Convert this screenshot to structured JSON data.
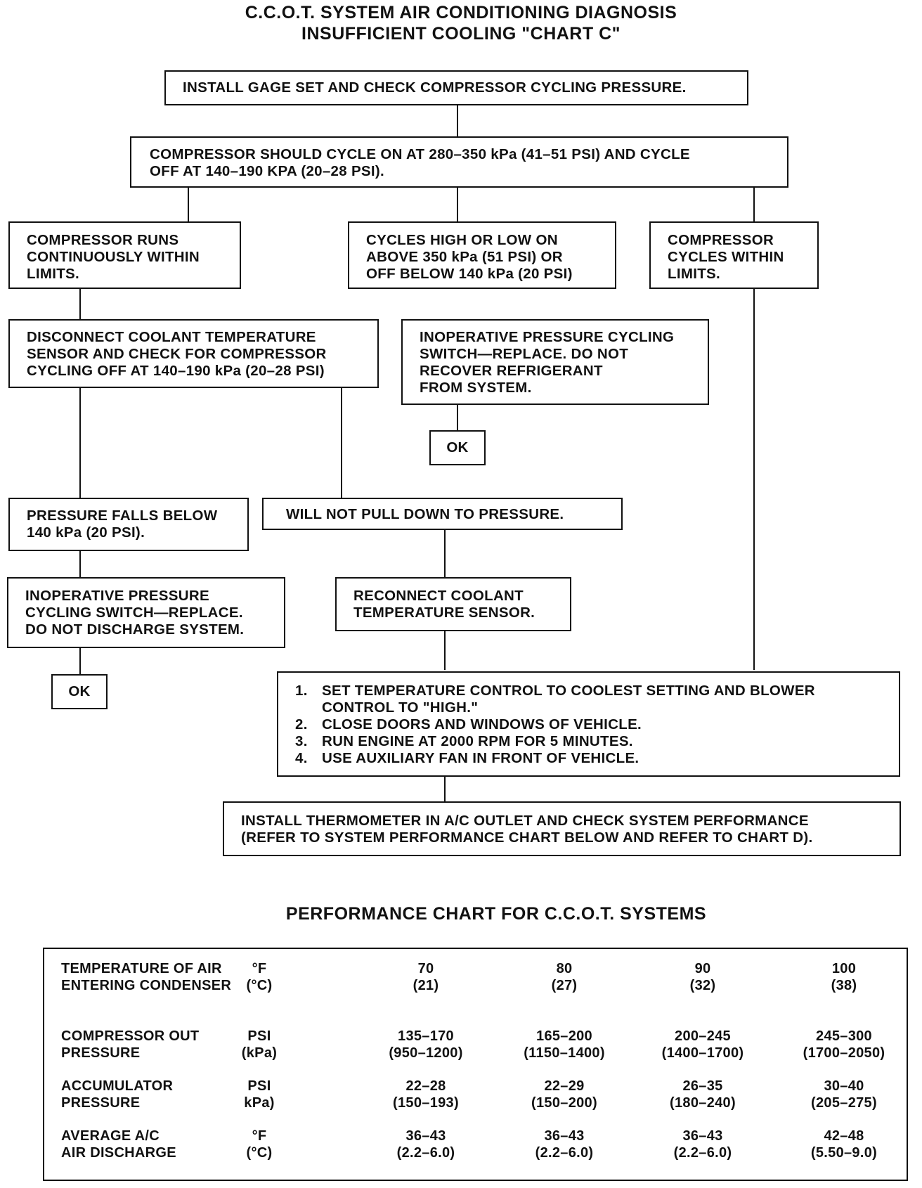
{
  "title": {
    "line1": "C.C.O.T. SYSTEM AIR CONDITIONING DIAGNOSIS",
    "line2": "INSUFFICIENT COOLING \"CHART C\""
  },
  "flow": {
    "install_gage": "INSTALL GAGE SET AND CHECK COMPRESSOR CYCLING PRESSURE.",
    "should_cycle": "COMPRESSOR SHOULD CYCLE ON AT 280–350 kPa (41–51 PSI) AND CYCLE\nOFF AT 140–190 KPA (20–28 PSI).",
    "runs_continuously": "COMPRESSOR RUNS\nCONTINUOUSLY WITHIN\nLIMITS.",
    "cycles_high_low": "CYCLES HIGH OR LOW ON\nABOVE 350 kPa (51 PSI) OR\nOFF BELOW 140 kPa (20 PSI)",
    "cycles_within": "COMPRESSOR\nCYCLES WITHIN\nLIMITS.",
    "disconnect_sensor": "DISCONNECT COOLANT TEMPERATURE\nSENSOR AND CHECK FOR COMPRESSOR\nCYCLING OFF AT 140–190 kPa (20–28 PSI)",
    "inoperative_switch_right": "INOPERATIVE PRESSURE CYCLING\nSWITCH—REPLACE.  DO NOT\nRECOVER REFRIGERANT\nFROM SYSTEM.",
    "ok_right": "OK",
    "pressure_falls": "PRESSURE FALLS BELOW\n140 kPa (20 PSI).",
    "will_not_pull": "WILL NOT PULL DOWN TO PRESSURE.",
    "inoperative_switch_left": "INOPERATIVE PRESSURE\nCYCLING SWITCH—REPLACE.\nDO NOT DISCHARGE SYSTEM.",
    "reconnect_sensor": "RECONNECT COOLANT\nTEMPERATURE SENSOR.",
    "ok_left": "OK",
    "steps": [
      {
        "n": "1.",
        "text": "SET TEMPERATURE CONTROL TO COOLEST SETTING AND BLOWER\nCONTROL TO \"HIGH.\""
      },
      {
        "n": "2.",
        "text": "CLOSE DOORS AND WINDOWS OF VEHICLE."
      },
      {
        "n": "3.",
        "text": "RUN ENGINE AT 2000 RPM FOR 5 MINUTES."
      },
      {
        "n": "4.",
        "text": "USE AUXILIARY FAN IN FRONT OF VEHICLE."
      }
    ],
    "install_thermometer": "INSTALL THERMOMETER IN A/C OUTLET AND CHECK SYSTEM PERFORMANCE\n(REFER TO SYSTEM PERFORMANCE CHART BELOW AND REFER TO CHART D)."
  },
  "performance": {
    "title": "PERFORMANCE CHART FOR C.C.O.T. SYSTEMS",
    "rows": [
      {
        "label": "TEMPERATURE OF AIR\nENTERING CONDENSER",
        "unit": "°F\n(°C)",
        "values": [
          "70\n(21)",
          "80\n(27)",
          "90\n(32)",
          "100\n(38)"
        ]
      },
      {
        "label": "COMPRESSOR OUT\n PRESSURE",
        "unit": "PSI\n(kPa)",
        "values": [
          "135–170\n(950–1200)",
          "165–200\n(1150–1400)",
          "200–245\n(1400–1700)",
          "245–300\n(1700–2050)"
        ]
      },
      {
        "label": "ACCUMULATOR\nPRESSURE",
        "unit": "PSI\nkPa)",
        "values": [
          "22–28\n(150–193)",
          "22–29\n(150–200)",
          "26–35\n(180–240)",
          "30–40\n(205–275)"
        ]
      },
      {
        "label": "AVERAGE A/C\nAIR DISCHARGE",
        "unit": "°F\n(°C)",
        "values": [
          "36–43\n(2.2–6.0)",
          "36–43\n(2.2–6.0)",
          "36–43\n(2.2–6.0)",
          "42–48\n(5.50–9.0)"
        ]
      }
    ]
  }
}
